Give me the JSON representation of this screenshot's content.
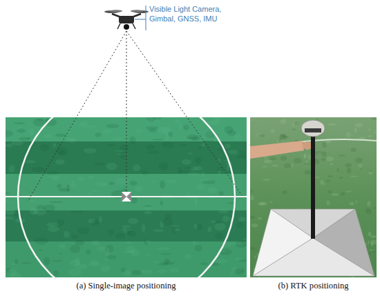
{
  "diagram": {
    "nodes": [
      {
        "text": [
          "(a) Single-image positioning"
        ]
      },
      {
        "text": [
          "(b) RTK positioning"
        ]
      }
    ],
    "labels": [
      "Visible Light Camera, Gimbal, GNSS, IMU"
    ]
  }
}
